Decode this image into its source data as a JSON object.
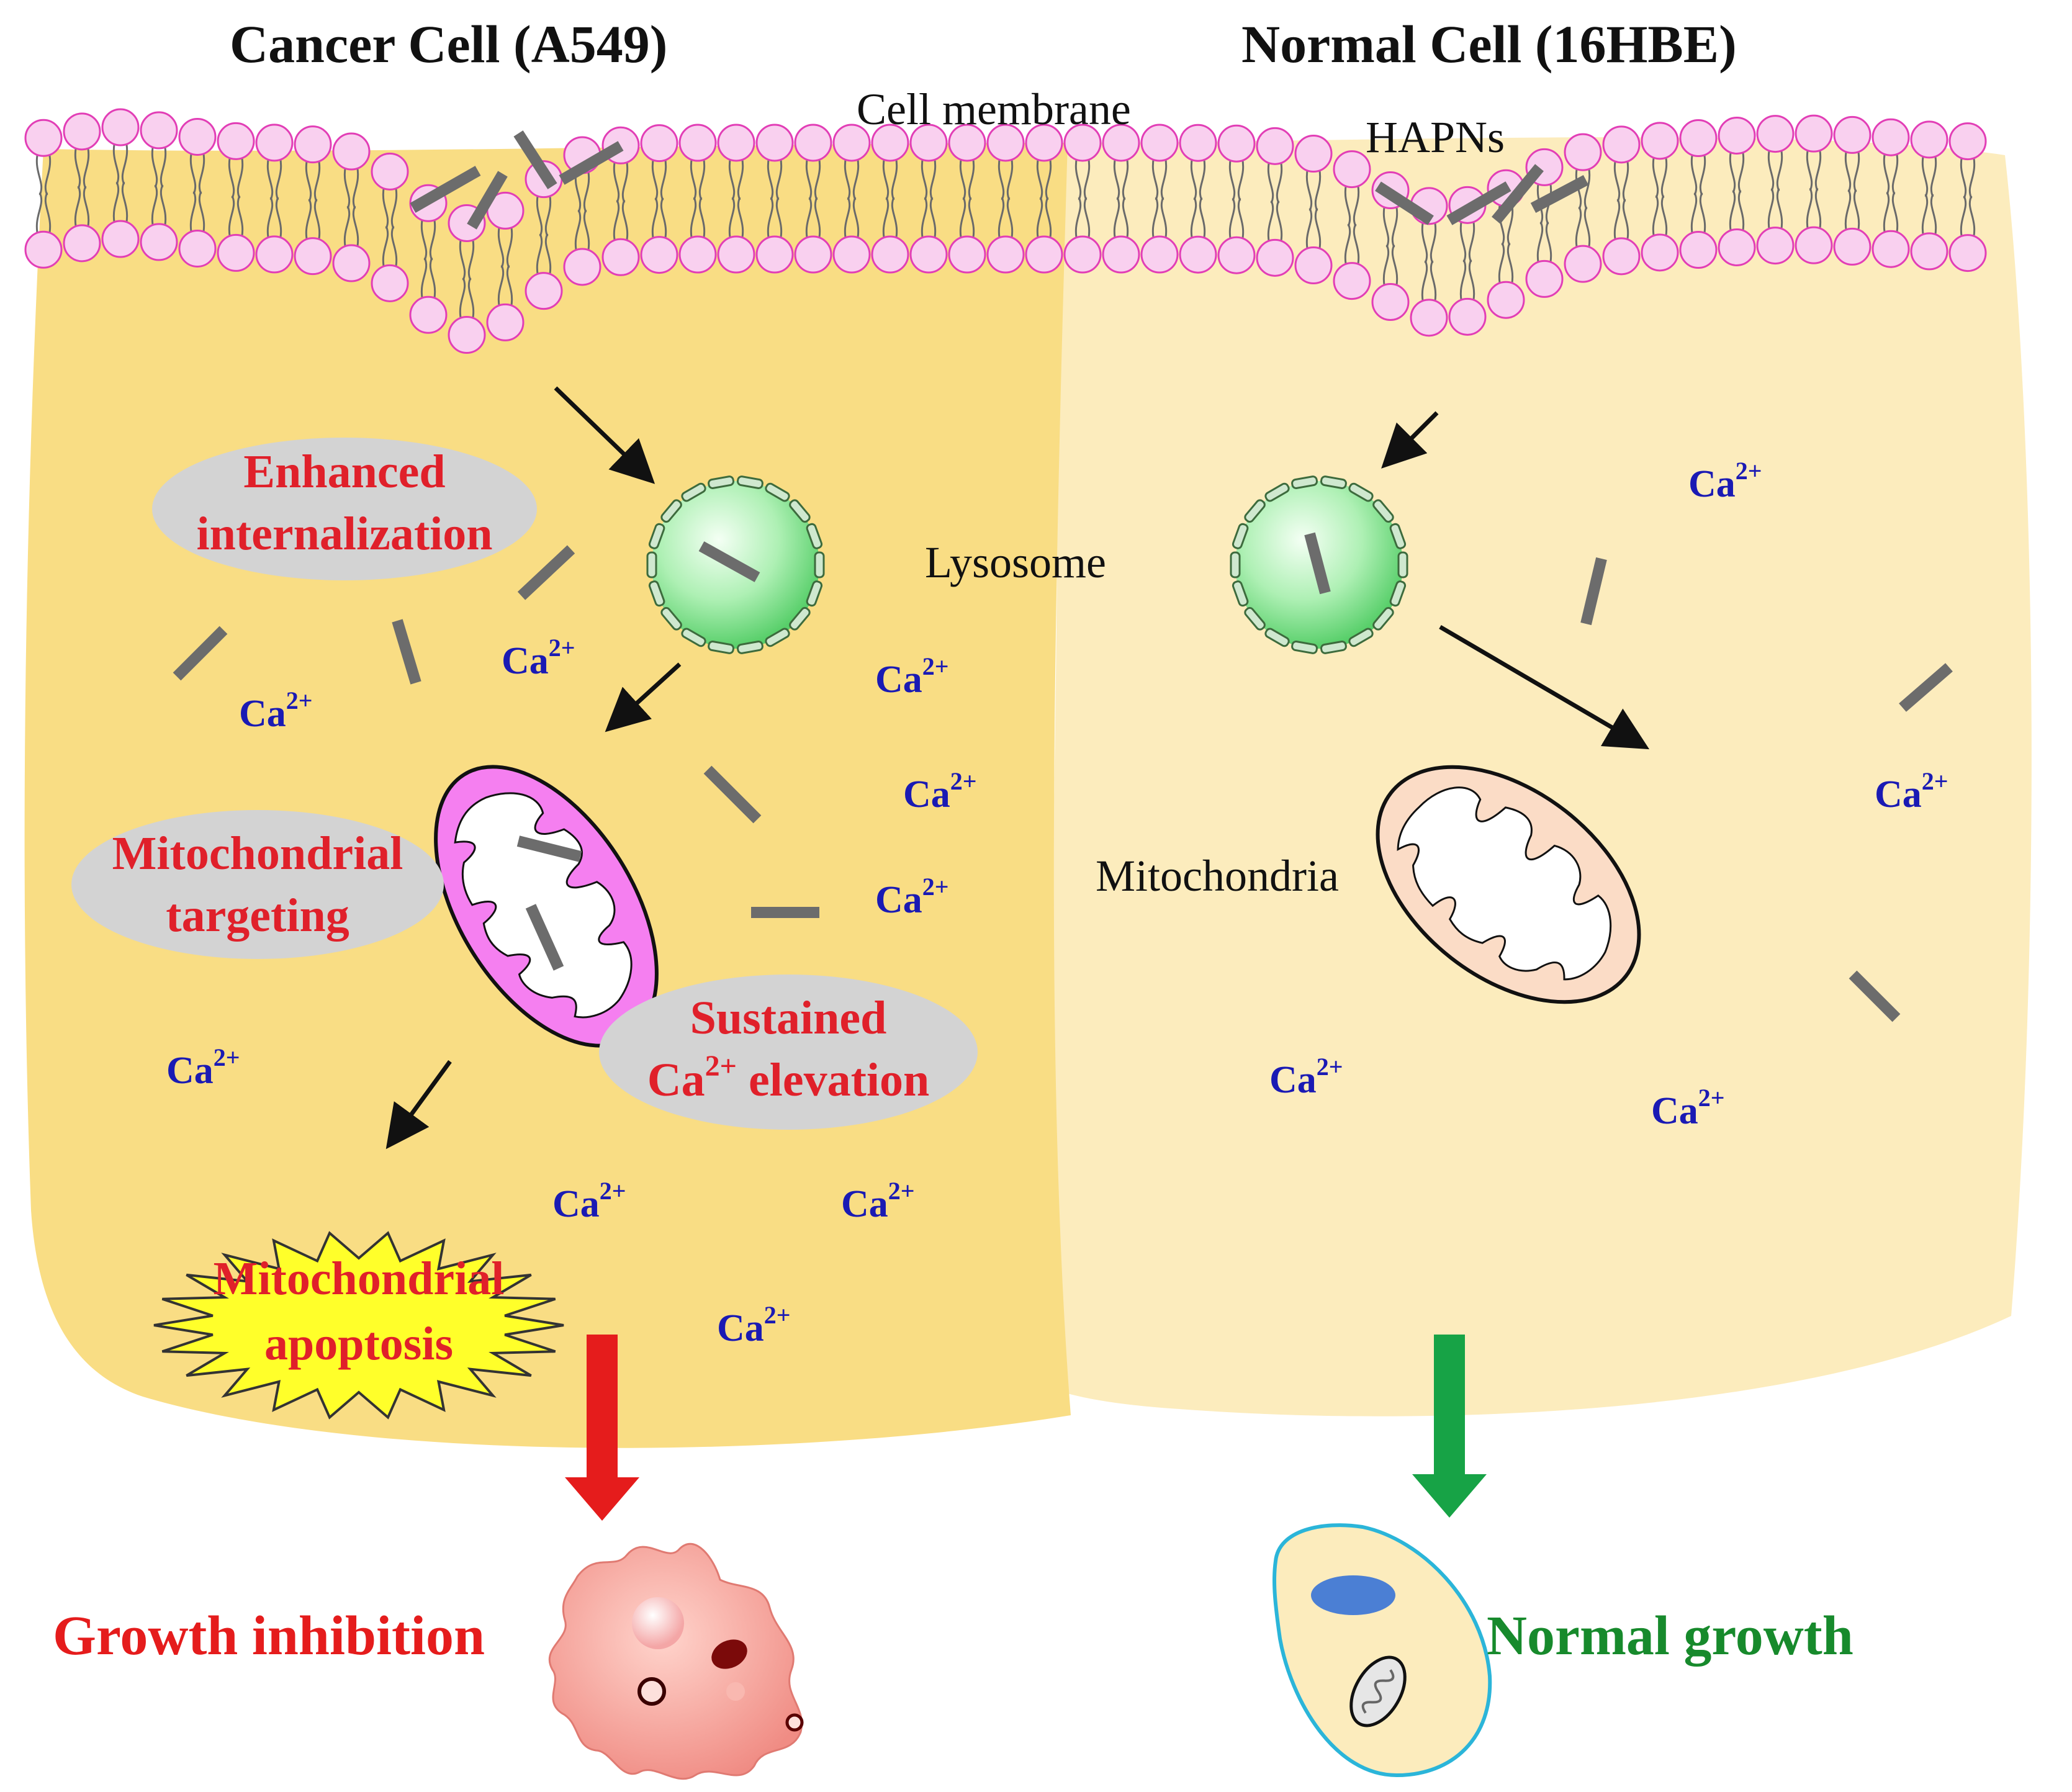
{
  "titles": {
    "cancer": "Cancer Cell (A549)",
    "normal": "Normal Cell (16HBE)"
  },
  "labels": {
    "cell_membrane": "Cell membrane",
    "hapns": "HAPNs",
    "lysosome": "Lysosome",
    "mitochondria": "Mitochondria"
  },
  "mechanisms": {
    "enhanced_line1": "Enhanced",
    "enhanced_line2": "internalization",
    "targeting_line1": "Mitochondrial",
    "targeting_line2": "targeting",
    "sustained_line1": "Sustained",
    "sustained_ca": "Ca",
    "sustained_sup": "2+",
    "sustained_rest": " elevation",
    "apoptosis_line1": "Mitochondrial",
    "apoptosis_line2": "apoptosis"
  },
  "ion": {
    "base": "Ca",
    "sup": "2+"
  },
  "outcomes": {
    "cancer": "Growth inhibition",
    "normal": "Normal growth"
  },
  "colors": {
    "cancer_cytoplasm": "#f9dd84",
    "normal_cytoplasm": "#fcecbd",
    "lipid_head": "#f9d0ef",
    "lipid_head_stroke": "#e23eb6",
    "mechanism_text": "#e0202a",
    "ion_text": "#1a1ab4",
    "red_arrow": "#e51c1c",
    "green_arrow": "#17a346",
    "normal_growth_text": "#178a2c"
  }
}
